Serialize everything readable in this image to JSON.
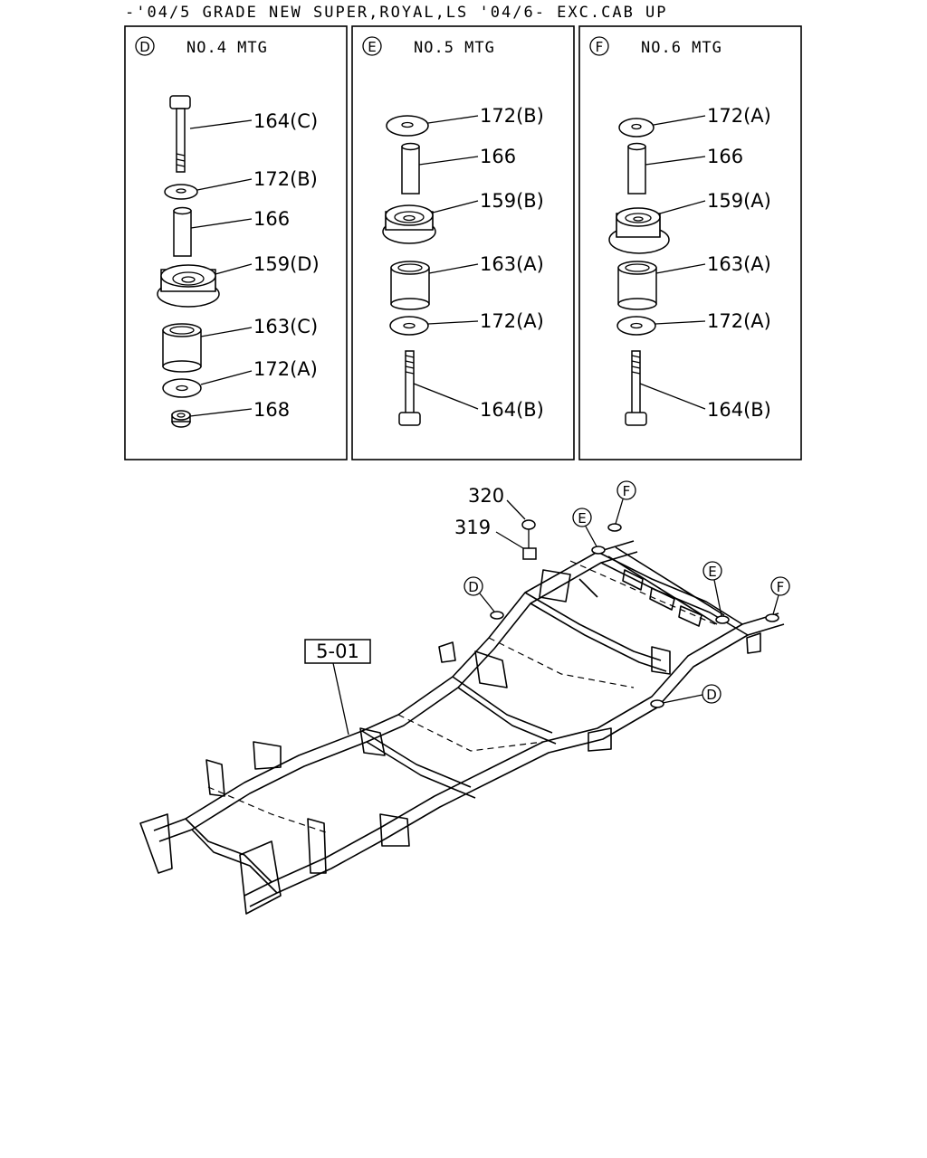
{
  "header": {
    "title": "-'04/5 GRADE NEW SUPER,ROYAL,LS '04/6- EXC.CAB UP"
  },
  "panels": [
    {
      "id": "D",
      "title": "NO.4 MTG",
      "labels": [
        "164(C)",
        "172(B)",
        "166",
        "159(D)",
        "163(C)",
        "172(A)",
        "168"
      ]
    },
    {
      "id": "E",
      "title": "NO.5 MTG",
      "labels": [
        "172(B)",
        "166",
        "159(B)",
        "163(A)",
        "172(A)",
        "164(B)"
      ]
    },
    {
      "id": "F",
      "title": "NO.6 MTG",
      "labels": [
        "172(A)",
        "166",
        "159(A)",
        "163(A)",
        "172(A)",
        "164(B)"
      ]
    }
  ],
  "frame": {
    "ref_box": "5-01",
    "callouts": [
      "320",
      "319"
    ],
    "mount_markers": [
      "F",
      "E",
      "D",
      "E",
      "F",
      "D"
    ]
  }
}
